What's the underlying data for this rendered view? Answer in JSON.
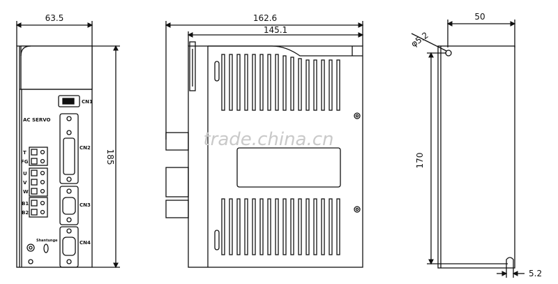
{
  "dimensions": {
    "front_width": "63.5",
    "front_height": "185",
    "side_total_depth": "162.6",
    "side_body_depth": "145.1",
    "back_width": "50",
    "back_hole_diameter": "φ5.2",
    "back_mount_height": "170",
    "back_slot_width": "5.2"
  },
  "panel_labels": {
    "brand": "AC SERVO",
    "cn1": "CN1",
    "cn2": "CN2",
    "cn3": "CN3",
    "cn4": "CN4",
    "t": "T",
    "fg": "FG",
    "u": "U",
    "v": "V",
    "w": "W",
    "b1": "B1",
    "b2": "B2",
    "model": "Shantunge"
  },
  "watermark": "trade.china.cn",
  "colors": {
    "line": "#111111",
    "watermark": "#c9c9c9"
  }
}
